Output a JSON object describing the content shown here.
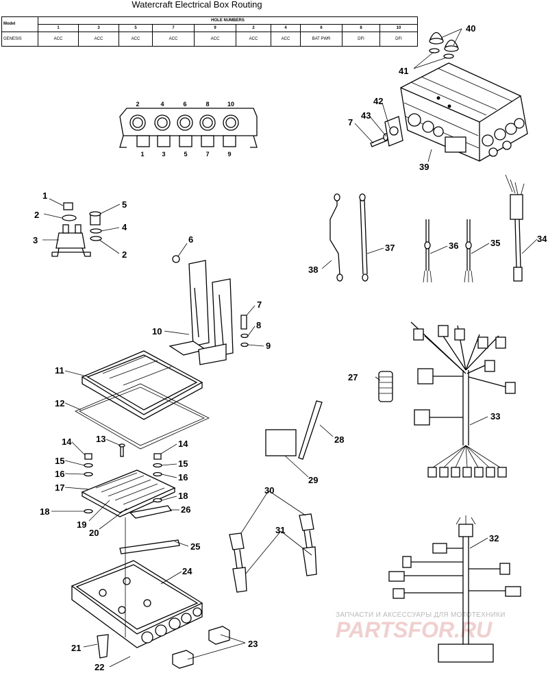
{
  "title": "Watercraft Electrical Box Routing",
  "table": {
    "model_header": "Model",
    "hole_numbers_header": "HOLE NUMBERS",
    "columns": [
      "1",
      "3",
      "5",
      "7",
      "9",
      "2",
      "4",
      "6",
      "8",
      "10"
    ],
    "rows": [
      {
        "model": "GENESIS",
        "values": [
          "ACC",
          "ACC",
          "ACC",
          "ACC",
          "ACC",
          "ACC",
          "ACC",
          "BAT PWR",
          "DFI",
          "DFI"
        ]
      }
    ]
  },
  "hole_labels": {
    "top": [
      "2",
      "4",
      "6",
      "8",
      "10"
    ],
    "bottom": [
      "1",
      "3",
      "5",
      "7",
      "9"
    ]
  },
  "callouts": {
    "c1": "1",
    "c2a": "2",
    "c2b": "2",
    "c3": "3",
    "c4": "4",
    "c5": "5",
    "c6": "6",
    "c7a": "7",
    "c7b": "7",
    "c8": "8",
    "c9": "9",
    "c10": "10",
    "c11": "11",
    "c12": "12",
    "c13": "13",
    "c14a": "14",
    "c14b": "14",
    "c15a": "15",
    "c15b": "15",
    "c16a": "16",
    "c16b": "16",
    "c17": "17",
    "c18a": "18",
    "c18b": "18",
    "c19": "19",
    "c20": "20",
    "c21": "21",
    "c22": "22",
    "c23": "23",
    "c24": "24",
    "c25": "25",
    "c26": "26",
    "c27": "27",
    "c28": "28",
    "c29": "29",
    "c30": "30",
    "c31": "31",
    "c32": "32",
    "c33": "33",
    "c34": "34",
    "c35": "35",
    "c36": "36",
    "c37": "37",
    "c38": "38",
    "c39": "39",
    "c40": "40",
    "c41": "41",
    "c42": "42",
    "c43": "43"
  },
  "watermark": {
    "line1": "ЗАПЧАСТИ И АКСЕССУАРЫ ДЛЯ МОТОТЕХНИКИ",
    "line2": "PARTSFOR.RU"
  }
}
